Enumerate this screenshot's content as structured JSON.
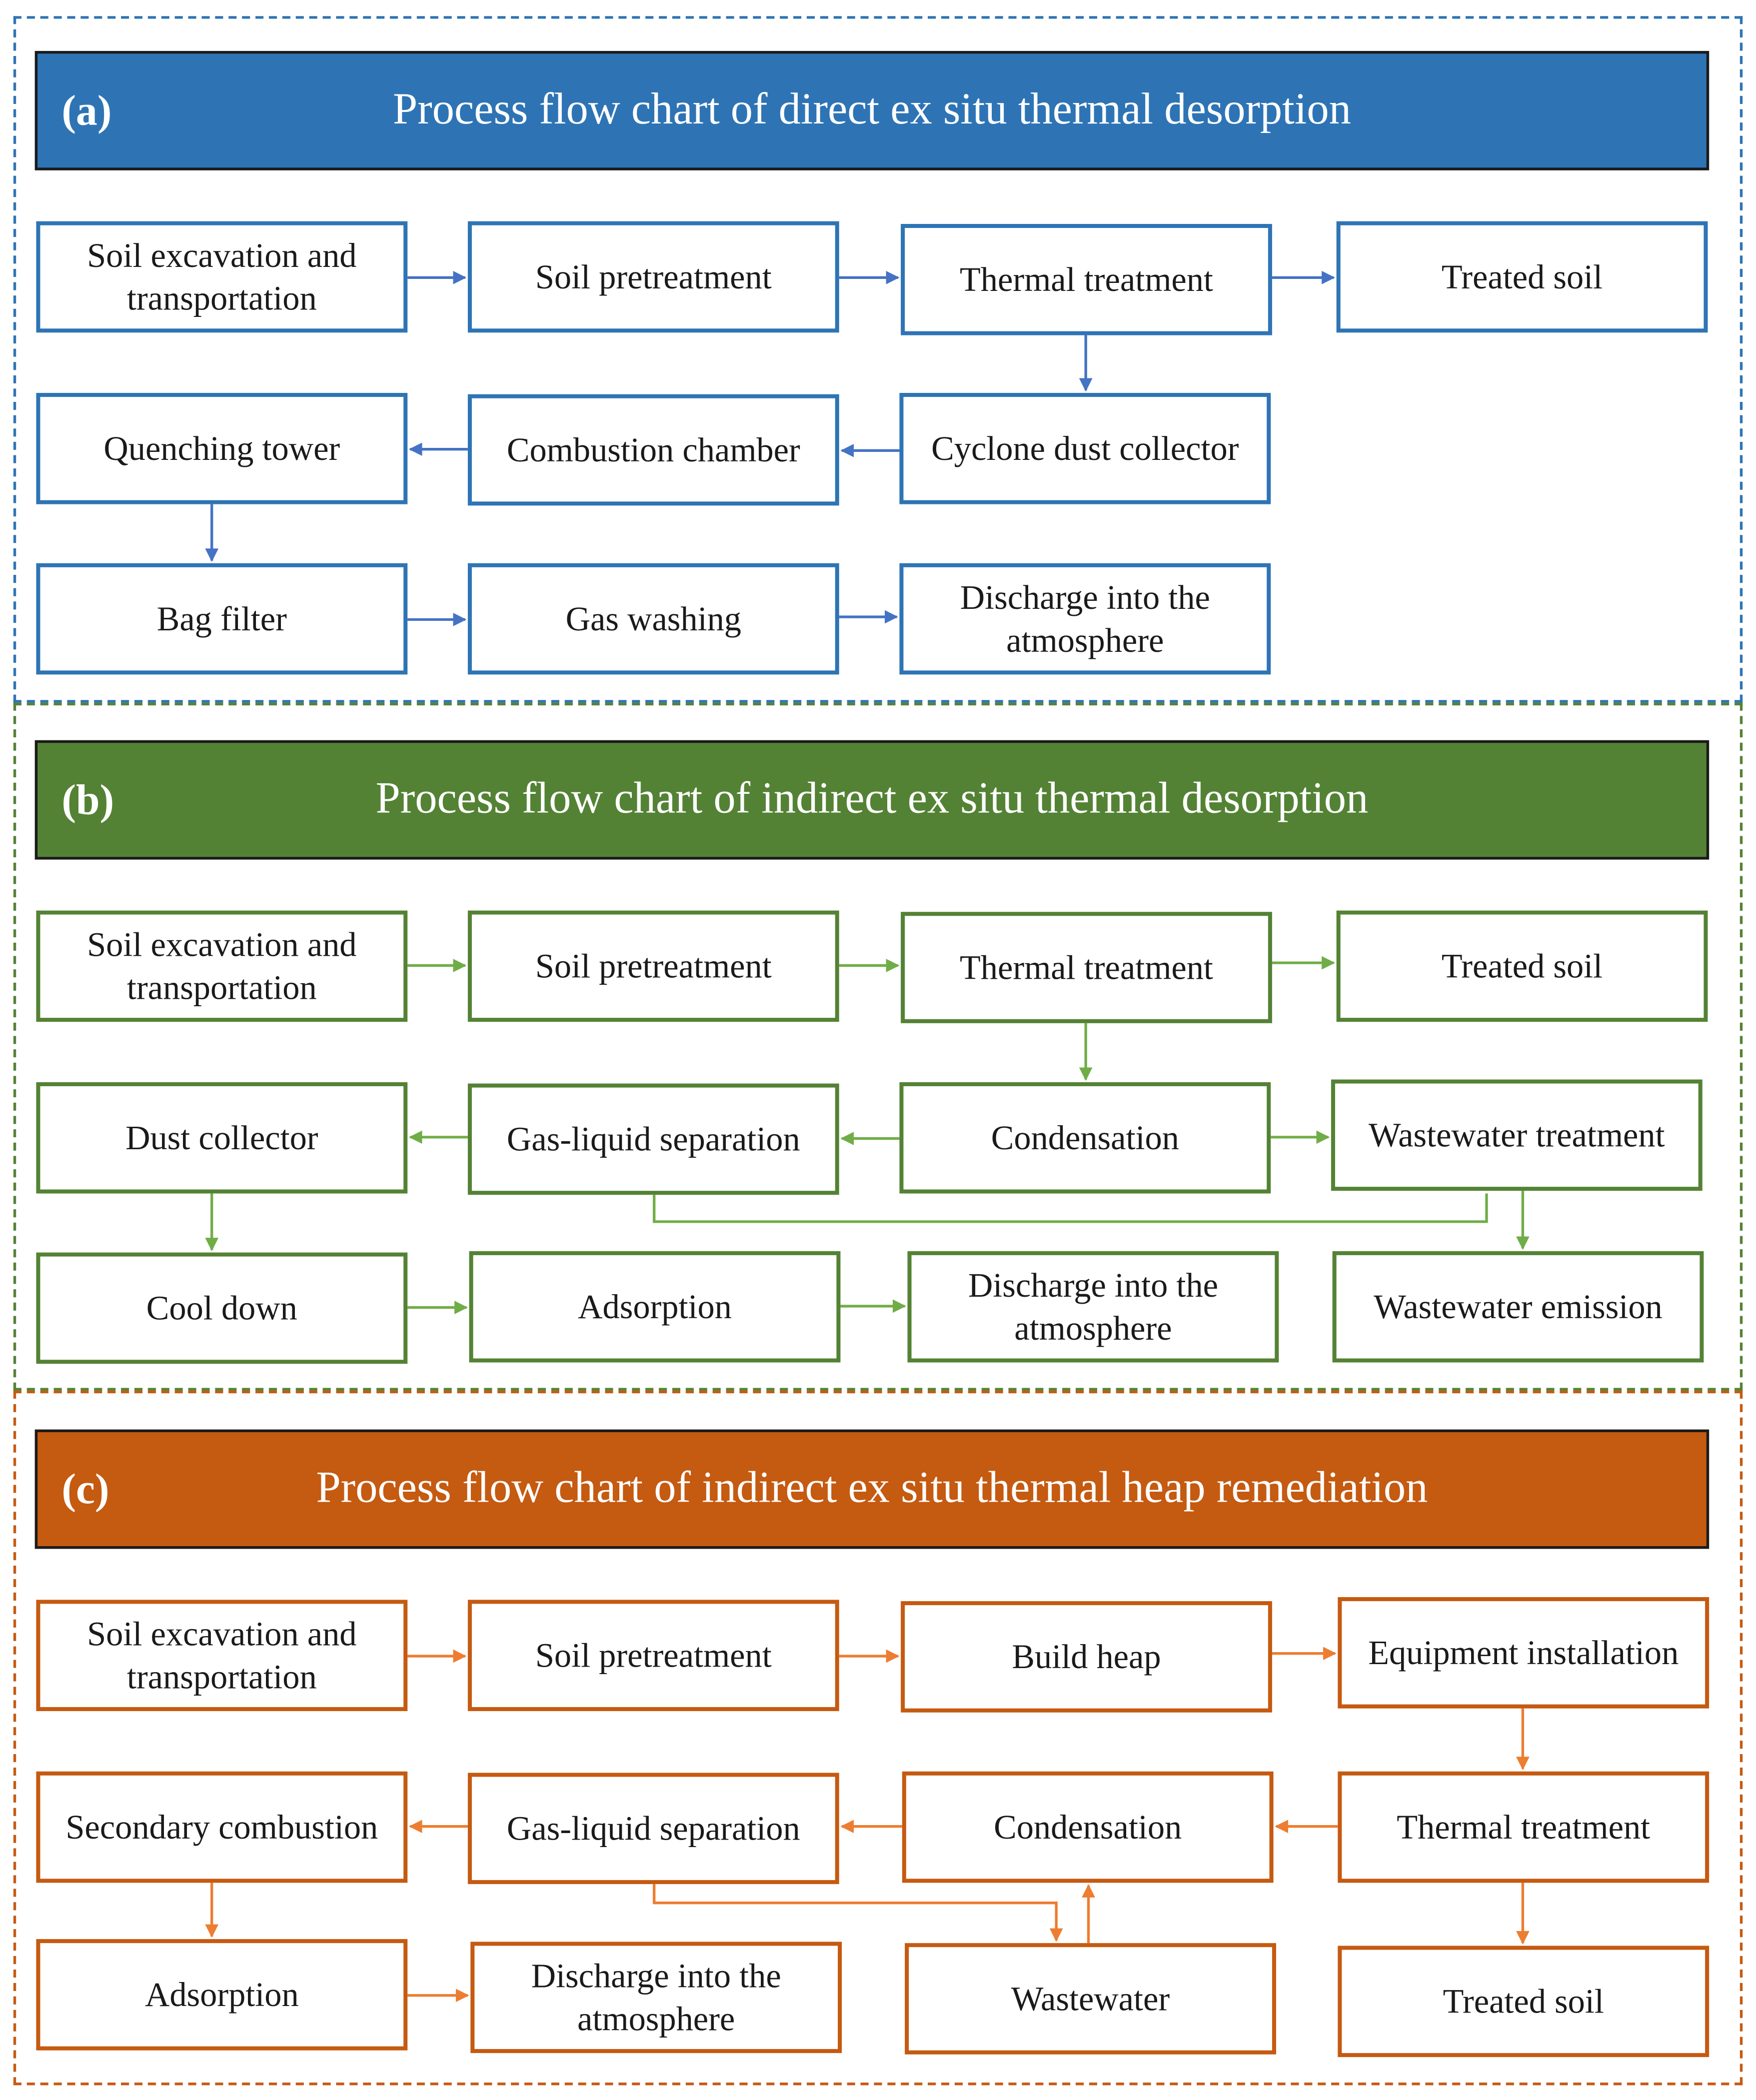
{
  "colors": {
    "a": "#2e74b5",
    "a_line": "#4472c4",
    "b": "#548235",
    "b_line": "#70ad47",
    "c": "#c55a11",
    "c_line": "#ed7d31"
  },
  "panels": [
    {
      "tag": "(a)",
      "title": "Process flow chart of direct ex situ thermal desorption",
      "boxes": [
        "Soil excavation and transportation",
        "Soil pretreatment",
        "Thermal treatment",
        "Treated soil",
        "Quenching tower",
        "Combustion chamber",
        "Cyclone dust collector",
        "Bag filter",
        "Gas washing",
        "Discharge into the atmosphere"
      ]
    },
    {
      "tag": "(b)",
      "title": "Process flow chart of indirect ex situ thermal desorption",
      "boxes": [
        "Soil excavation and transportation",
        "Soil pretreatment",
        "Thermal treatment",
        "Treated soil",
        "Dust collector",
        "Gas-liquid separation",
        "Condensation",
        "Wastewater treatment",
        "Cool down",
        "Adsorption",
        "Discharge into the atmosphere",
        "Wastewater emission"
      ]
    },
    {
      "tag": "(c)",
      "title": "Process flow chart of indirect ex situ thermal heap remediation",
      "boxes": [
        "Soil excavation and transportation",
        "Soil pretreatment",
        "Build heap",
        "Equipment installation",
        "Secondary combustion",
        "Gas-liquid separation",
        "Condensation",
        "Thermal treatment",
        "Adsorption",
        "Discharge into the atmosphere",
        "Wastewater",
        "Treated soil"
      ]
    }
  ]
}
